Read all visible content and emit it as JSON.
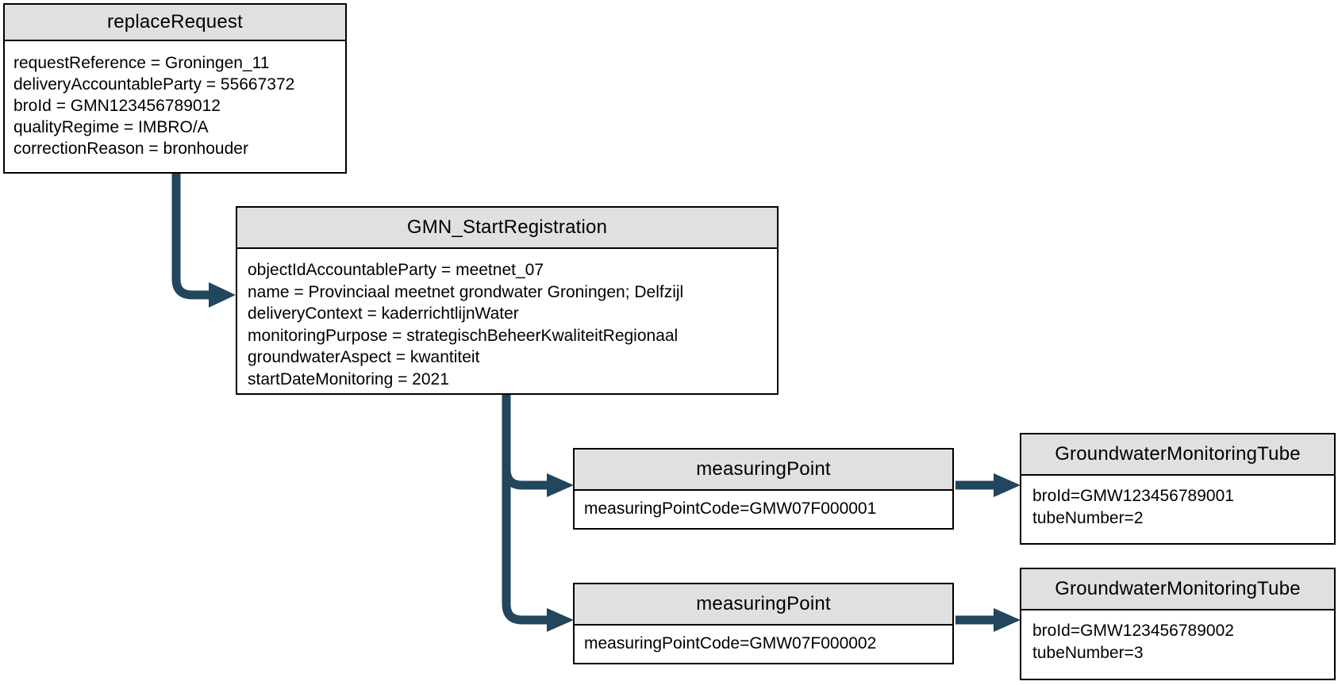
{
  "colors": {
    "connector": "#21465E",
    "header_fill": "#E0E0E0",
    "border": "#000000",
    "background": "#FFFFFF"
  },
  "boxes": {
    "replace_request": {
      "title": "replaceRequest",
      "lines": [
        "requestReference = Groningen_11",
        "deliveryAccountableParty = 55667372",
        "broId = GMN123456789012",
        "qualityRegime = IMBRO/A",
        "correctionReason = bronhouder"
      ]
    },
    "gmn_start_registration": {
      "title": "GMN_StartRegistration",
      "lines": [
        "objectIdAccountableParty = meetnet_07",
        "name = Provinciaal meetnet grondwater Groningen; Delfzijl",
        "deliveryContext = kaderrichtlijnWater",
        "monitoringPurpose = strategischBeheerKwaliteitRegionaal",
        "groundwaterAspect = kwantiteit",
        "startDateMonitoring = 2021"
      ]
    },
    "measuring_point_1": {
      "title": "measuringPoint",
      "lines": [
        "measuringPointCode=GMW07F000001"
      ]
    },
    "groundwater_monitoring_tube_1": {
      "title": "GroundwaterMonitoringTube",
      "lines": [
        "broId=GMW123456789001",
        "tubeNumber=2"
      ]
    },
    "measuring_point_2": {
      "title": "measuringPoint",
      "lines": [
        "measuringPointCode=GMW07F000002"
      ]
    },
    "groundwater_monitoring_tube_2": {
      "title": "GroundwaterMonitoringTube",
      "lines": [
        "broId=GMW123456789002",
        "tubeNumber=3"
      ]
    }
  }
}
